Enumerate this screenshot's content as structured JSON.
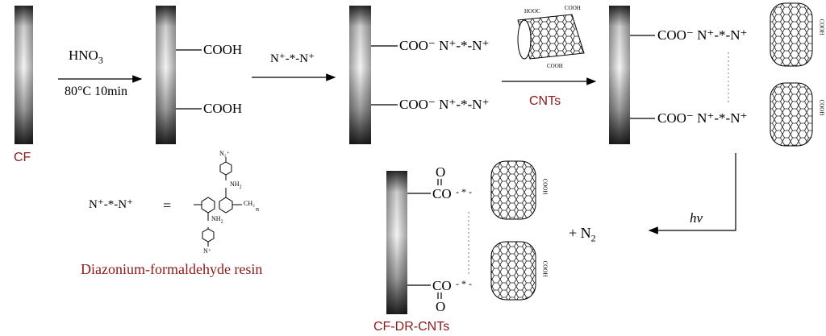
{
  "colors": {
    "label_red": "#8b1a1a",
    "ink": "#000000"
  },
  "icons": [
    "fiber-bar-icon",
    "carbon-nanotube-icon",
    "arrow-icon"
  ],
  "step1": {
    "reagent": "HNO",
    "reagent_sub": "3",
    "condition": "80°C 10min"
  },
  "step2": {
    "reagent": "N⁺-*-N⁺"
  },
  "step3": {
    "reagent": "CNTs"
  },
  "step4": {
    "reagent": "hv"
  },
  "labels": {
    "cf": "CF",
    "cooh": "COOH",
    "coo_n": "COO⁻ N⁺-*-N⁺",
    "co": "CO",
    "o": "O",
    "link": "- * -",
    "plus_n2": "+ N",
    "n2_sub": "2",
    "product": "CF-DR-CNTs"
  },
  "nanotube_labels": {
    "top": "HOOC",
    "top2": "COOH",
    "bottom": "COOH",
    "side": "COOH"
  },
  "legend": {
    "symbol": "N⁺-*-N⁺",
    "equals": "=",
    "nh": "NH",
    "nh_sub": "2",
    "n2plus": "N₂⁺",
    "nplus": "N⁺",
    "ch2": "CH₂",
    "n": "n",
    "name": "Diazonium-formaldehyde resin"
  }
}
